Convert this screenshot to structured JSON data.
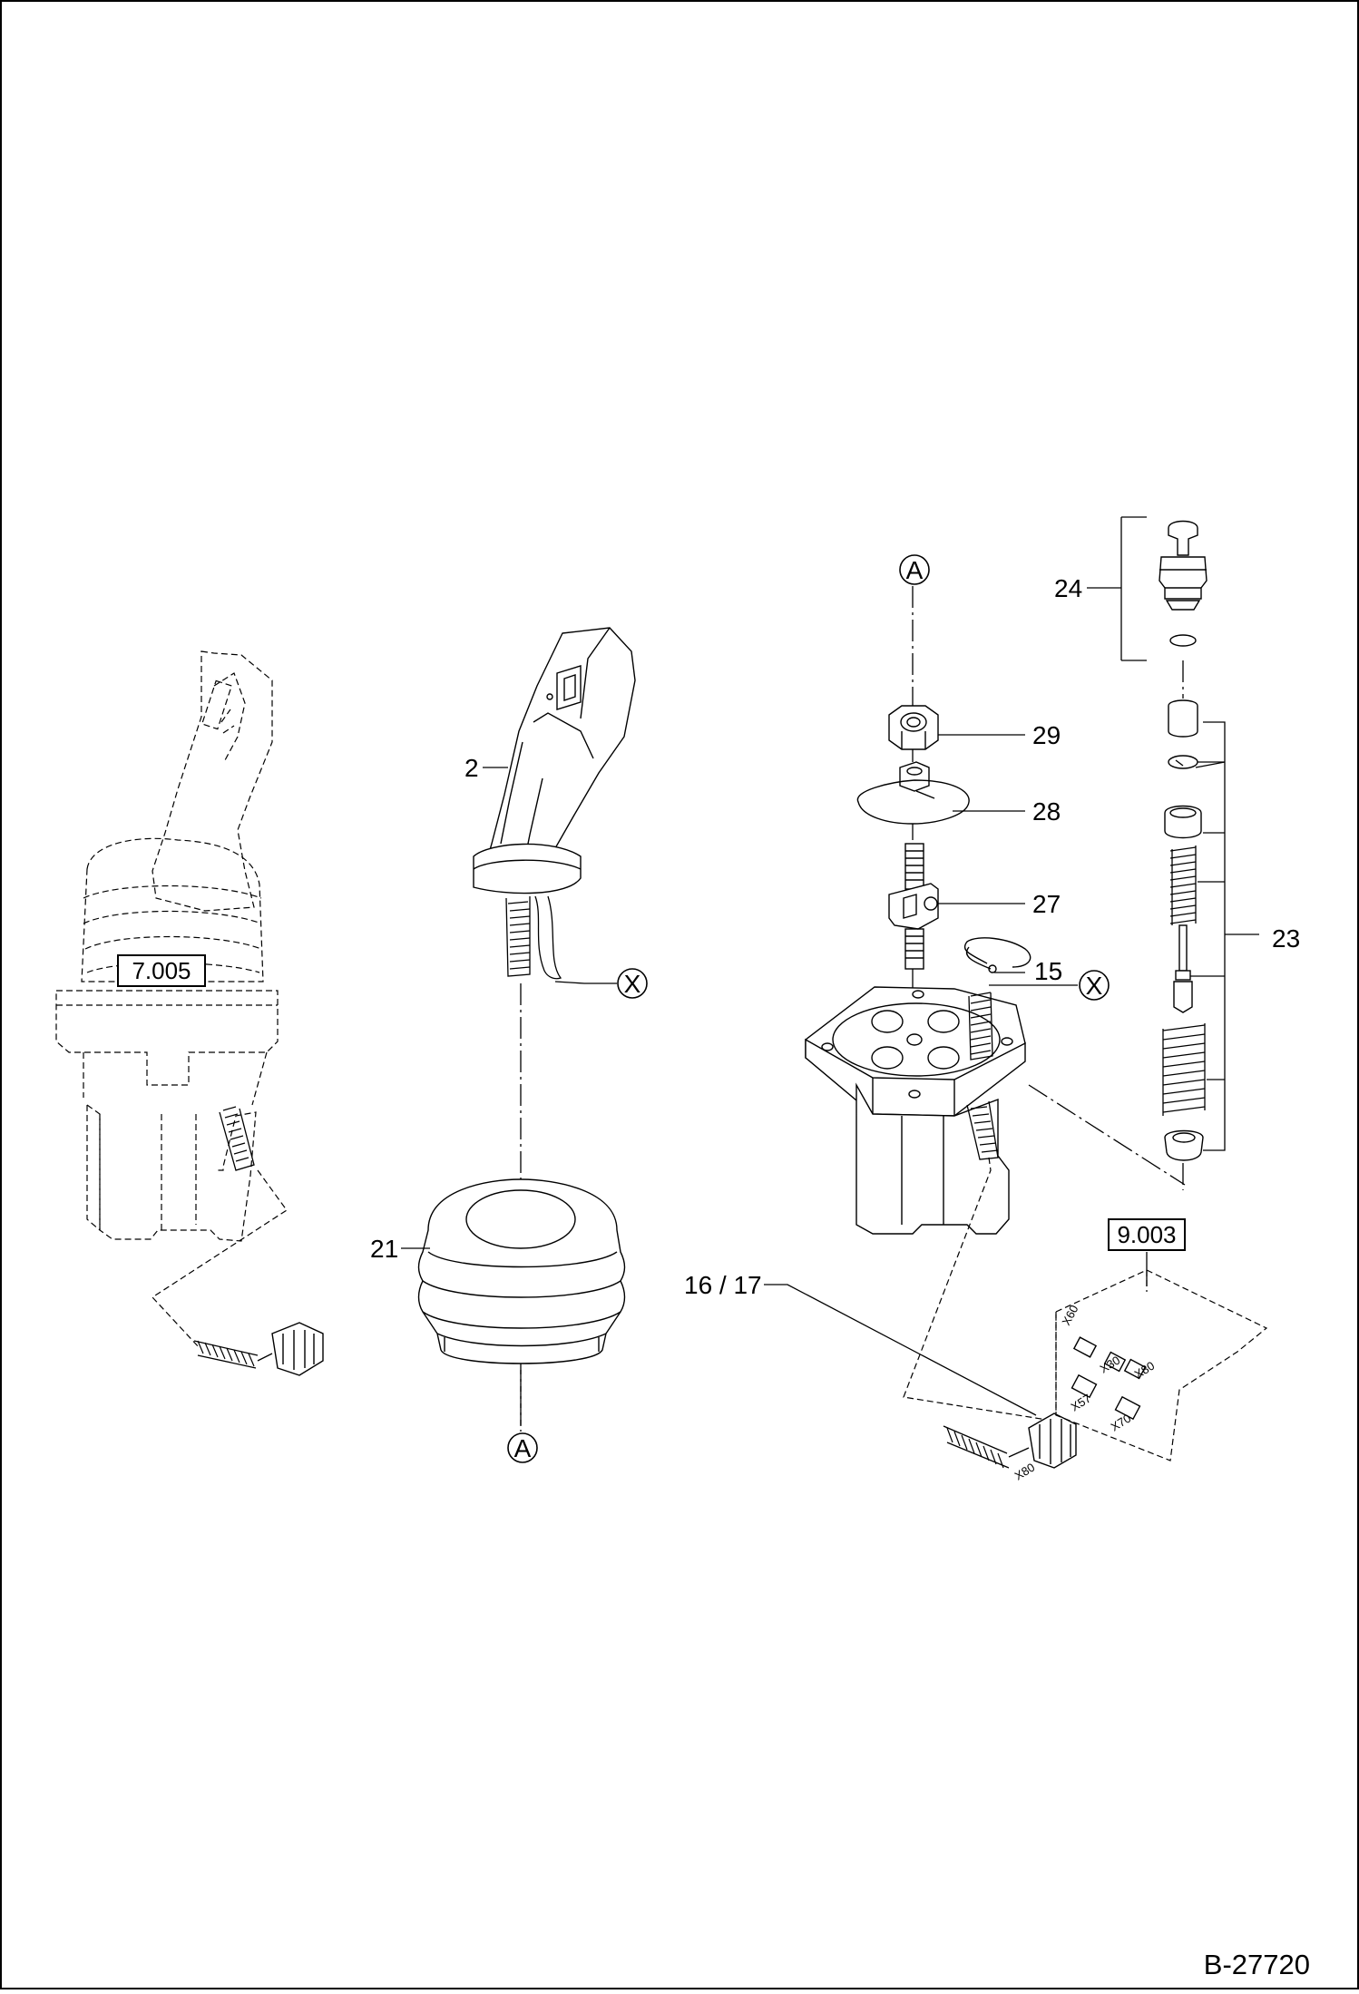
{
  "drawing": {
    "number": "B-27720"
  },
  "references": {
    "joystick_assembly": "7.005",
    "control_box": "9.003"
  },
  "callouts": {
    "handle": "2",
    "ring": "15",
    "cable_plug": "16 / 17",
    "boot": "21",
    "valve_set": "23",
    "plunger": "24",
    "joint": "27",
    "plate": "28",
    "nut": "29"
  },
  "markers": {
    "a_top": "A",
    "a_bottom": "A",
    "x_handle": "X",
    "x_ring": "X"
  },
  "connector_labels": {
    "plug": "X80",
    "box_x60": "X60",
    "box_x80": "X80",
    "box_x30": "X30",
    "box_x57": "X57",
    "box_x70": "X70"
  }
}
